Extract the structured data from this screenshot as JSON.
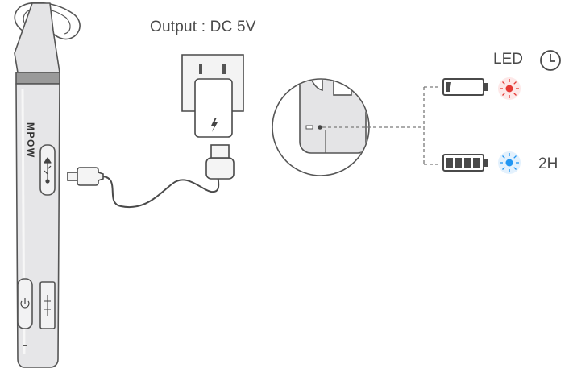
{
  "diagram": {
    "output_label": "Output : DC 5V",
    "led_label": "LED",
    "charge_time_label": "2H",
    "brand_logo_text": "MPOW"
  },
  "colors": {
    "outline": "#555555",
    "device_body": "#e2e2e4",
    "device_band": "#9a9a9a",
    "cable": "#4a4a4a",
    "led_charging": "#e53935",
    "led_charged": "#2196f3",
    "dashed_line": "#7a7a7a"
  },
  "indicators": {
    "charging": {
      "battery_level": 0.15,
      "led_color_name": "red"
    },
    "charged": {
      "battery_level": 1.0,
      "led_color_name": "blue"
    }
  },
  "icons": [
    "clock-icon",
    "lightning-icon",
    "usb-icon",
    "power-button-icon",
    "volume-rocker-icon",
    "sun-led-icon",
    "battery-icon"
  ]
}
